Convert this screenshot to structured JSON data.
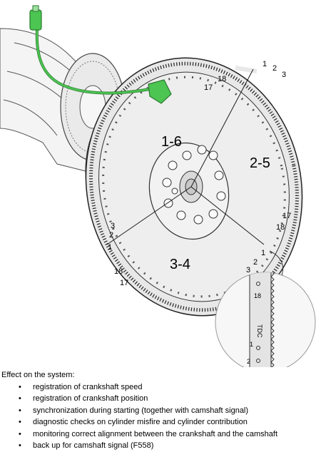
{
  "figure": {
    "sector_labels": [
      "1-6",
      "2-5",
      "3-4"
    ],
    "tooth_numbers_top": [
      "18",
      "17",
      "1",
      "2",
      "3"
    ],
    "tooth_numbers_right": [
      "17",
      "18",
      "1",
      "2",
      "3"
    ],
    "tooth_numbers_left": [
      "3",
      "2",
      "1",
      "18",
      "17"
    ],
    "inset": {
      "label_18": "18",
      "label_tdc": "TDC",
      "label_1": "1",
      "label_2": "2"
    },
    "colors": {
      "sensor": "#4cc552",
      "sensor_outline": "#2b7a2f",
      "line": "#1a1a1a",
      "wheel_fill": "#e6e6e6",
      "hub_fill": "#f0f0f0"
    }
  },
  "description": {
    "heading": "Effect on the system:",
    "items": [
      "registration of crankshaft speed",
      "registration of crankshaft position",
      "synchronization during starting (together with camshaft signal)",
      "diagnostic checks on cylinder misfire and cylinder contribution",
      "monitoring correct alignment between the crankshaft and the camshaft",
      "back up for camshaft signal (F558)"
    ]
  }
}
